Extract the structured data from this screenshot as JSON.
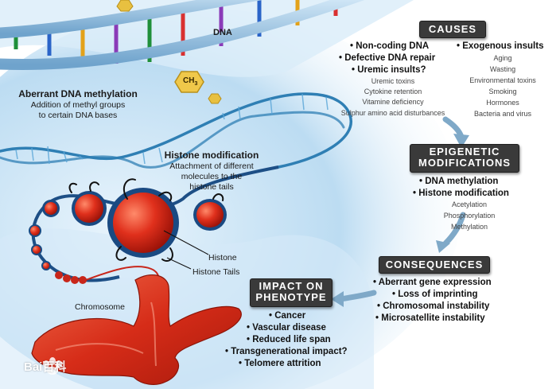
{
  "dna_label": "DNA",
  "methyl_label": "CH",
  "methyl_subscript": "3",
  "methylation": {
    "title": "Aberrant DNA methylation",
    "lines": [
      "Addition of methyl groups",
      "to certain DNA bases"
    ]
  },
  "histone_mod": {
    "title": "Histone modification",
    "lines": [
      "Attachment of different",
      "molecules to the",
      "histone tails"
    ]
  },
  "histone_label": "Histone",
  "histone_tails_label": "Histone Tails",
  "chromosome_label": "Chromosome",
  "causes": {
    "header": "CAUSES",
    "left": [
      "Non-coding DNA",
      "Defective DNA repair",
      "Uremic insults?"
    ],
    "left_sub": [
      "Uremic toxins",
      "Cytokine retention",
      "Vitamine deficiency",
      "Sulphur amino acid disturbances"
    ],
    "right": [
      "Exogenous insults"
    ],
    "right_sub": [
      "Aging",
      "Wasting",
      "Environmental toxins",
      "Smoking",
      "Hormones",
      "Bacteria and virus"
    ]
  },
  "epigenetic": {
    "header_lines": [
      "EPIGENETIC",
      "MODIFICATIONS"
    ],
    "items": [
      "DNA methylation",
      "Histone modification"
    ],
    "sub": [
      "Acetylation",
      "Phosphorylation",
      "Methylation"
    ]
  },
  "consequences": {
    "header": "CONSEQUENCES",
    "items": [
      "Aberrant gene expression",
      "Loss of imprinting",
      "Chromosomal instability",
      "Microsatellite instability"
    ]
  },
  "impact": {
    "header_lines": [
      "IMPACT ON",
      "PHENOTYPE"
    ],
    "items": [
      "Cancer",
      "Vascular disease",
      "Reduced life span",
      "Transgenerational impact?",
      "Telomere attrition"
    ]
  },
  "watermark": "Bai百科",
  "colors": {
    "header_bg": "#3a3a3a",
    "arrow": "#7fa9c8",
    "histone": "#d42a1c",
    "chromosome": "#d63a22",
    "background_blue": "#cfe6f6"
  }
}
